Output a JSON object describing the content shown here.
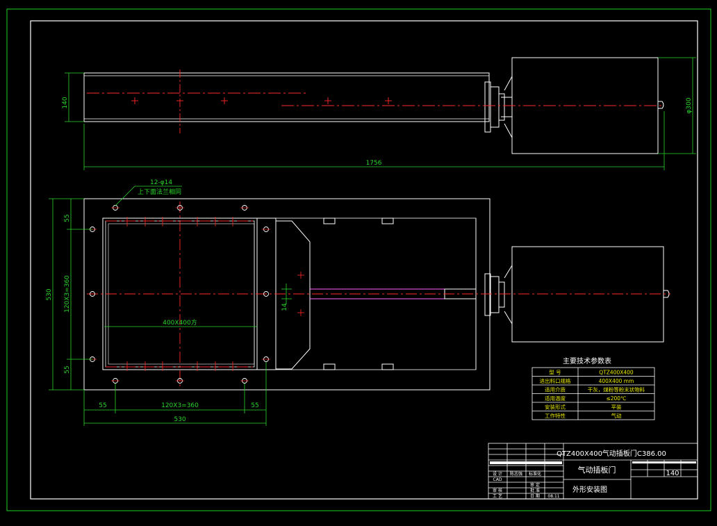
{
  "dimensions": {
    "top_height": "140",
    "top_length": "1756",
    "top_diameter": "φ300",
    "holes": "12-φ14",
    "holes_note": "上下面法兰相同",
    "height_530": "530",
    "v_55_top": "55",
    "v_pitch": "120X3=360",
    "v_55_bottom": "55",
    "opening": "400X400方",
    "gap_14": "14",
    "h_55_left": "55",
    "h_pitch": "120X3=360",
    "h_55_right": "55",
    "width_530": "530"
  },
  "tech_table": {
    "title": "主要技术参数表",
    "rows": [
      {
        "label": "型    号",
        "value": "QTZ400X400"
      },
      {
        "label": "进出料口规格",
        "value": "400X400  mm"
      },
      {
        "label": "适用介质",
        "value": "干灰，煤粉等粉末状物料"
      },
      {
        "label": "适用温度",
        "value": "≤200℃"
      },
      {
        "label": "安装形式",
        "value": "平装"
      },
      {
        "label": "工作特性",
        "value": "气动"
      }
    ]
  },
  "title_block": {
    "drawing_no": "QTZ400X400气动插板门C386.00",
    "name": "气动插板门",
    "view": "外形安装图",
    "code": "140",
    "labels": {
      "design": "设 计",
      "drafter": "陈志强",
      "standard": "标准化",
      "cad": "CAD",
      "check": "审 核",
      "process": "工 艺",
      "verify": "审 定",
      "approve": "批 准",
      "date": "日 期",
      "date_value": "08.11"
    }
  },
  "colors": {
    "frame": "#1fd11f",
    "outline": "#ffffff",
    "centerline": "#ff2a2a",
    "dimension": "#2bd62b",
    "rod": "#ff66ff",
    "table_text": "#e8e800"
  }
}
